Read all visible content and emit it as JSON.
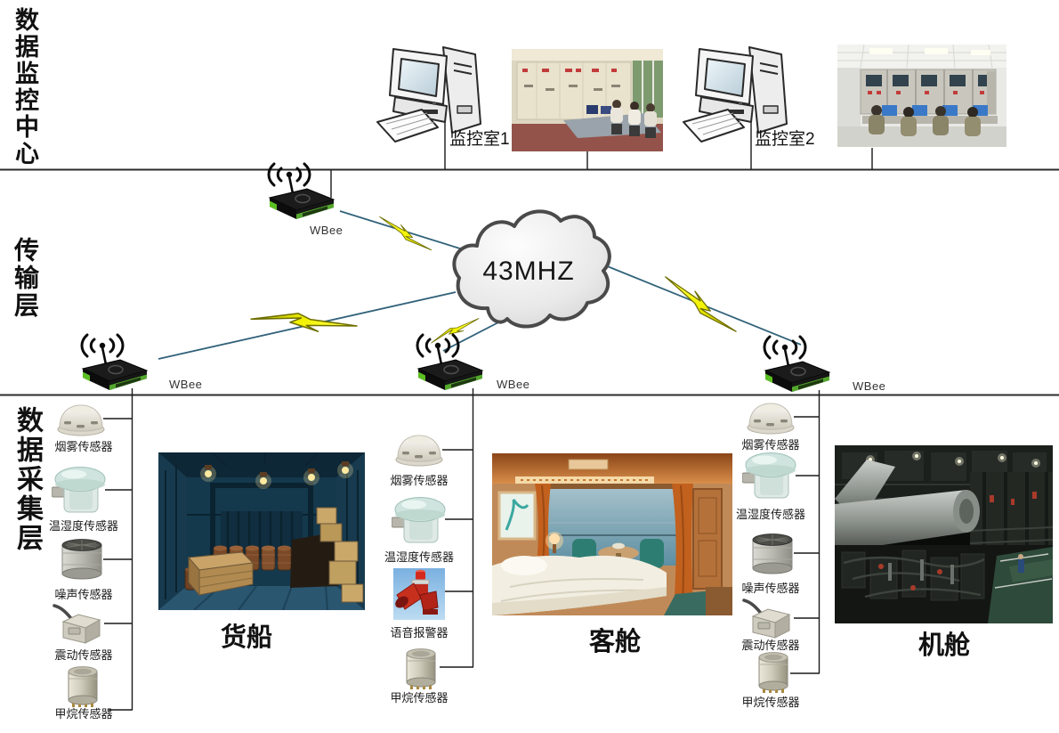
{
  "layers": [
    {
      "label": "数据监控中心"
    },
    {
      "label": "传输层"
    },
    {
      "label": "数据采集层"
    }
  ],
  "monitoring_center": {
    "rooms": [
      {
        "label": "监控室1"
      },
      {
        "label": "监控室2"
      }
    ]
  },
  "transmission": {
    "cloud_label": "43MHZ",
    "router_label": "WBee"
  },
  "collection": {
    "regions": [
      {
        "label": "货船",
        "sensors": [
          "烟雾传感器",
          "温湿度传感器",
          "噪声传感器",
          "震动传感器",
          "甲烷传感器"
        ]
      },
      {
        "label": "客舱",
        "sensors": [
          "烟雾传感器",
          "温湿度传感器",
          "语音报警器",
          "甲烷传感器"
        ]
      },
      {
        "label": "机舱",
        "sensors": [
          "烟雾传感器",
          "温湿度传感器",
          "噪声传感器",
          "震动传感器",
          "甲烷传感器"
        ]
      }
    ]
  },
  "colors": {
    "bolt": "#f2f200",
    "cloud_fill": "#e9e9e9",
    "cloud_stroke": "#4a4a4a",
    "router_green": "#54a82c",
    "wire": "#31627a"
  }
}
